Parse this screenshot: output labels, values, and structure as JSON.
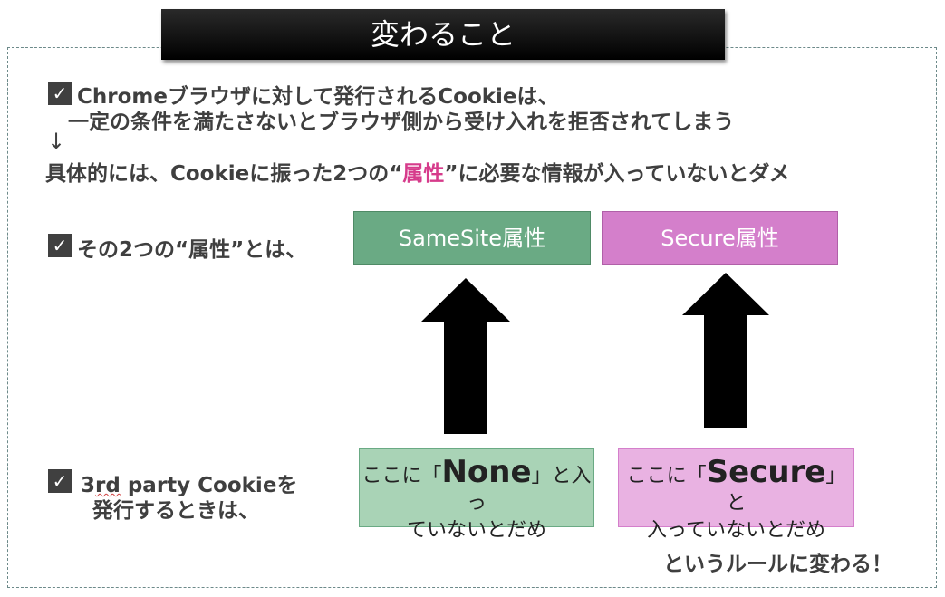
{
  "title": "変わること",
  "line1a": "Chromeブラウザに対して発行されるCookieは、",
  "line1b": "一定の条件を満たさないとブラウザ側から受け入れを拒否されてしまう",
  "down_arrow": "↓",
  "line2_pre": "具体的には、Cookieに振った2つの“",
  "line2_pink": "属性",
  "line2_post": "”に必要な情報が入っていないとダメ",
  "line3": "その2つの“属性”とは、",
  "samesite_label": "SameSite属性",
  "secure_label": "Secure属性",
  "line4_num": "3",
  "line4_rd": "rd",
  "line4_rest": " party Cookieを",
  "line4b": "発行するときは、",
  "note1_pre": "ここに「",
  "note1_big": "None",
  "note1_post": "」と入っ",
  "note1_line2": "ていないとだめ",
  "note2_pre": "ここに「",
  "note2_big": "Secure",
  "note2_post": "」と",
  "note2_line2": "入っていないとだめ",
  "footer": "というルールに変わる！",
  "colors": {
    "samesite_fill": "#6aaa84",
    "secure_fill": "#d47fcb",
    "note1_fill": "#a9d3b6",
    "note2_fill": "#e9b2e2",
    "highlight": "#d63b8b"
  }
}
